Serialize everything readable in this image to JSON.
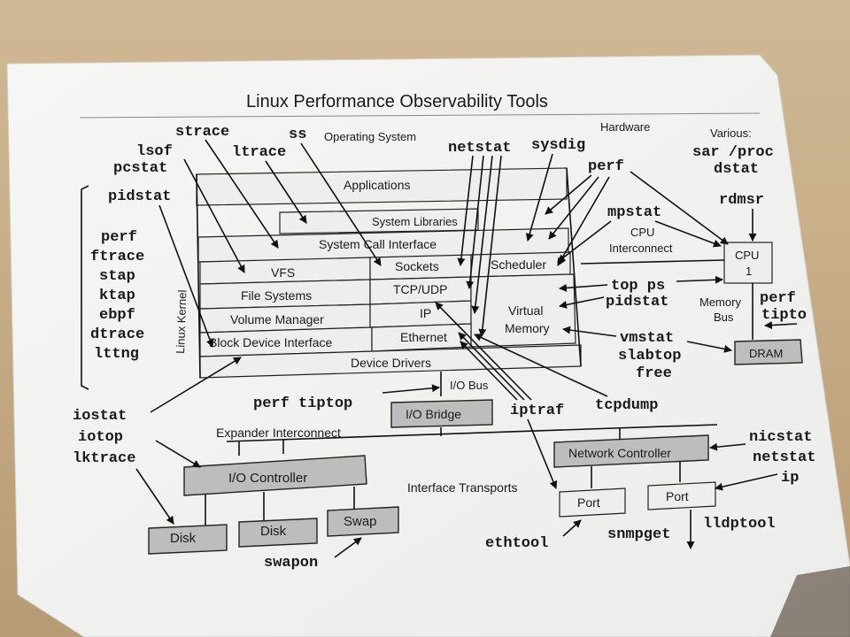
{
  "title": "Linux Performance Observability Tools",
  "sections": {
    "os": "Operating System",
    "hardware": "Hardware",
    "various": "Various:",
    "kernel": "Linux Kernel"
  },
  "stack": {
    "applications": "Applications",
    "system_libraries": "System Libraries",
    "system_call_interface": "System Call Interface",
    "vfs": "VFS",
    "sockets": "Sockets",
    "scheduler": "Scheduler",
    "file_systems": "File Systems",
    "tcp_udp": "TCP/UDP",
    "volume_manager": "Volume Manager",
    "ip": "IP",
    "virtual": "Virtual",
    "memory": "Memory",
    "block_device_interface": "Block Device Interface",
    "ethernet": "Ethernet",
    "device_drivers": "Device Drivers"
  },
  "hardware": {
    "io_bus": "I/O Bus",
    "io_bridge": "I/O Bridge",
    "expander_interconnect": "Expander Interconnect",
    "io_controller": "I/O Controller",
    "disk1": "Disk",
    "disk2": "Disk",
    "swap": "Swap",
    "interface_transports": "Interface Transports",
    "network_controller": "Network Controller",
    "port1": "Port",
    "port2": "Port",
    "cpu_interconnect_1": "CPU",
    "cpu_interconnect_2": "Interconnect",
    "cpu_1": "CPU",
    "cpu_2": "1",
    "memory_bus_1": "Memory",
    "memory_bus_2": "Bus",
    "dram": "DRAM"
  },
  "tools": {
    "strace": "strace",
    "ss": "ss",
    "lsof": "lsof",
    "ltrace": "ltrace",
    "pcstat": "pcstat",
    "pidstat_top": "pidstat",
    "netstat_top": "netstat",
    "sysdig": "sysdig",
    "perf_hw": "perf",
    "sar_proc": "sar /proc",
    "dstat": "dstat",
    "rdmsr": "rdmsr",
    "mpstat": "mpstat",
    "perf_left": "perf",
    "ftrace": "ftrace",
    "stap": "stap",
    "ktap": "ktap",
    "ebpf": "ebpf",
    "dtrace": "dtrace",
    "lttng": "lttng",
    "top_ps": "top ps",
    "pidstat_right": "pidstat",
    "perf_tipto_1": "perf",
    "perf_tipto_2": "tipto",
    "vmstat": "vmstat",
    "slabtop": "slabtop",
    "free": "free",
    "perf_tiptop": "perf tiptop",
    "iostat": "iostat",
    "iotop": "iotop",
    "blktrace": "lktrace",
    "iptraf": "iptraf",
    "tcpdump": "tcpdump",
    "nicstat": "nicstat",
    "netstat_right": "netstat",
    "ip": "ip",
    "swapon": "swapon",
    "ethtool": "ethtool",
    "snmpget": "snmpget",
    "lldptool": "lldptool"
  }
}
